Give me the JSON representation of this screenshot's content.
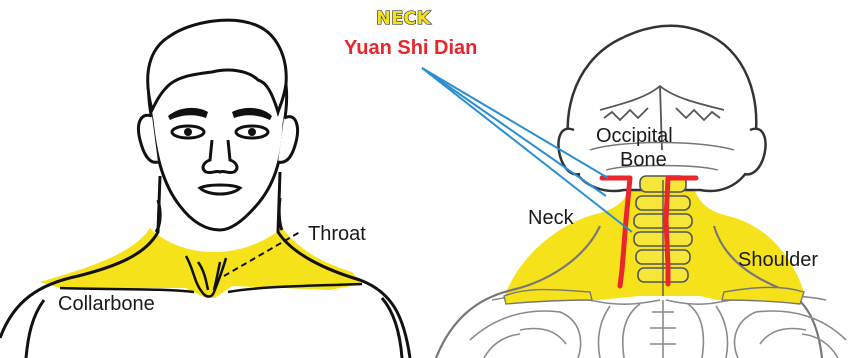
{
  "title": "NECK",
  "subtitle": "Yuan Shi Dian",
  "labels": {
    "throat": "Throat",
    "collarbone": "Collarbone",
    "occipital_line1": "Occipital",
    "occipital_line2": "Bone",
    "neck": "Neck",
    "shoulder": "Shoulder"
  },
  "colors": {
    "highlight": "#f6e21a",
    "point_marker": "#e8262b",
    "leader_line": "#2a8fd0",
    "outline": "#111111",
    "skeleton": "#8a8a8a"
  }
}
